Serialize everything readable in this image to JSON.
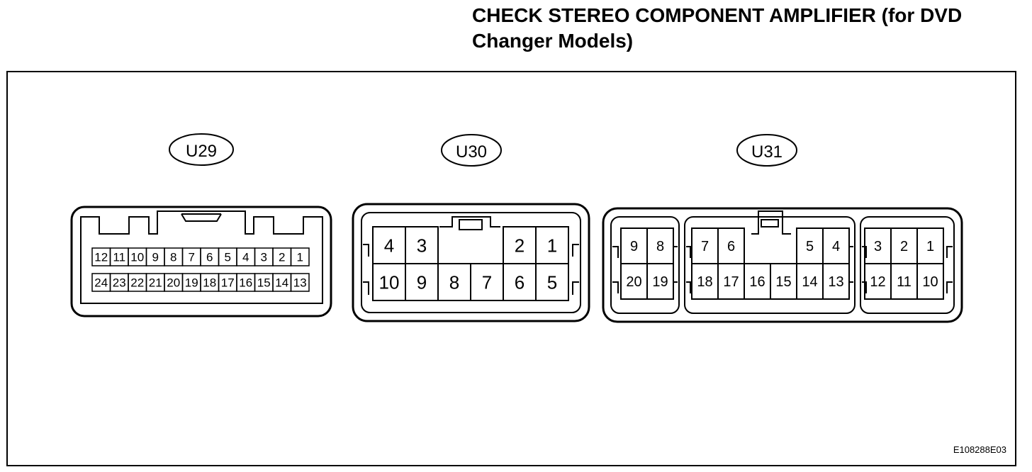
{
  "title": {
    "line1": "CHECK STEREO COMPONENT AMPLIFIER (for DVD",
    "line2": "Changer Models)"
  },
  "figure_code": "E108288E03",
  "connectors": {
    "u29": {
      "label": "U29",
      "top_row": [
        "12",
        "11",
        "10",
        "9",
        "8",
        "7",
        "6",
        "5",
        "4",
        "3",
        "2",
        "1"
      ],
      "bottom_row": [
        "24",
        "23",
        "22",
        "21",
        "20",
        "19",
        "18",
        "17",
        "16",
        "15",
        "14",
        "13"
      ]
    },
    "u30": {
      "label": "U30",
      "top_left": [
        "4",
        "3"
      ],
      "top_right": [
        "2",
        "1"
      ],
      "bottom_row": [
        "10",
        "9",
        "8",
        "7",
        "6",
        "5"
      ]
    },
    "u31": {
      "label": "U31",
      "group_a_top": [
        "9",
        "8"
      ],
      "group_a_bottom": [
        "20",
        "19"
      ],
      "group_b_top_left": [
        "7",
        "6"
      ],
      "group_b_top_right": [
        "5",
        "4"
      ],
      "group_b_bottom": [
        "18",
        "17",
        "16",
        "15",
        "14",
        "13"
      ],
      "group_c_top": [
        "3",
        "2",
        "1"
      ],
      "group_c_bottom": [
        "12",
        "11",
        "10"
      ]
    }
  }
}
